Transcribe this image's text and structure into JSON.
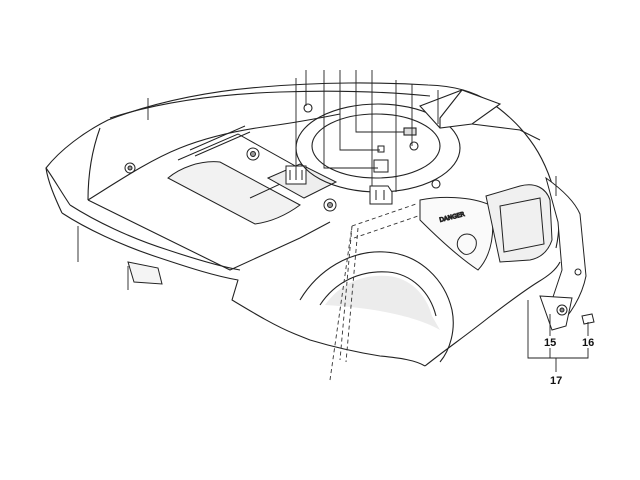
{
  "diagram": {
    "callouts": [
      {
        "id": "15",
        "label": "15"
      },
      {
        "id": "16",
        "label": "16"
      },
      {
        "id": "17",
        "label": "17"
      }
    ],
    "warning_label": {
      "text": "DANGER"
    },
    "colors": {
      "line": "#222222",
      "background": "#ffffff",
      "shade": "#e9e9e9"
    }
  }
}
